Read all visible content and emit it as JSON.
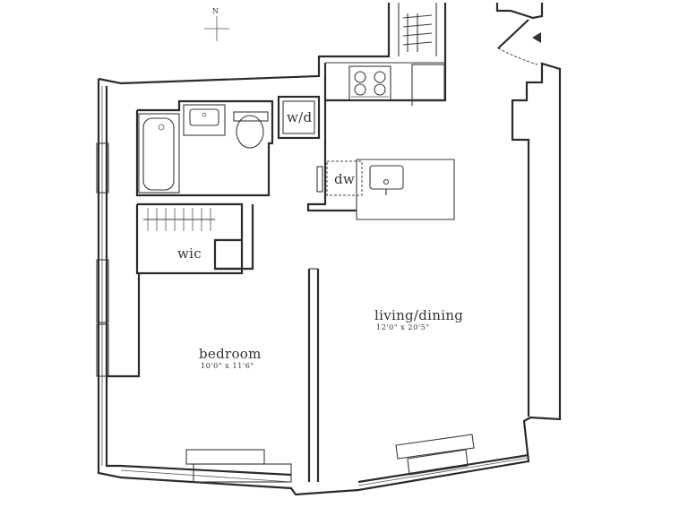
{
  "compass": {
    "north": "N"
  },
  "rooms": {
    "living_dining": {
      "name": "living/dining",
      "dims": "12'0\" x 20'5\""
    },
    "bedroom": {
      "name": "bedroom",
      "dims": "10'0\" x 11'6\""
    },
    "wic": {
      "name": "wic"
    },
    "washer_dryer": {
      "name": "w/d"
    },
    "dishwasher": {
      "name": "dw"
    }
  },
  "icons": [
    "compass-icon",
    "entry-arrow-icon",
    "stove-icon",
    "sink-icon",
    "toilet-icon",
    "bathtub-icon"
  ]
}
